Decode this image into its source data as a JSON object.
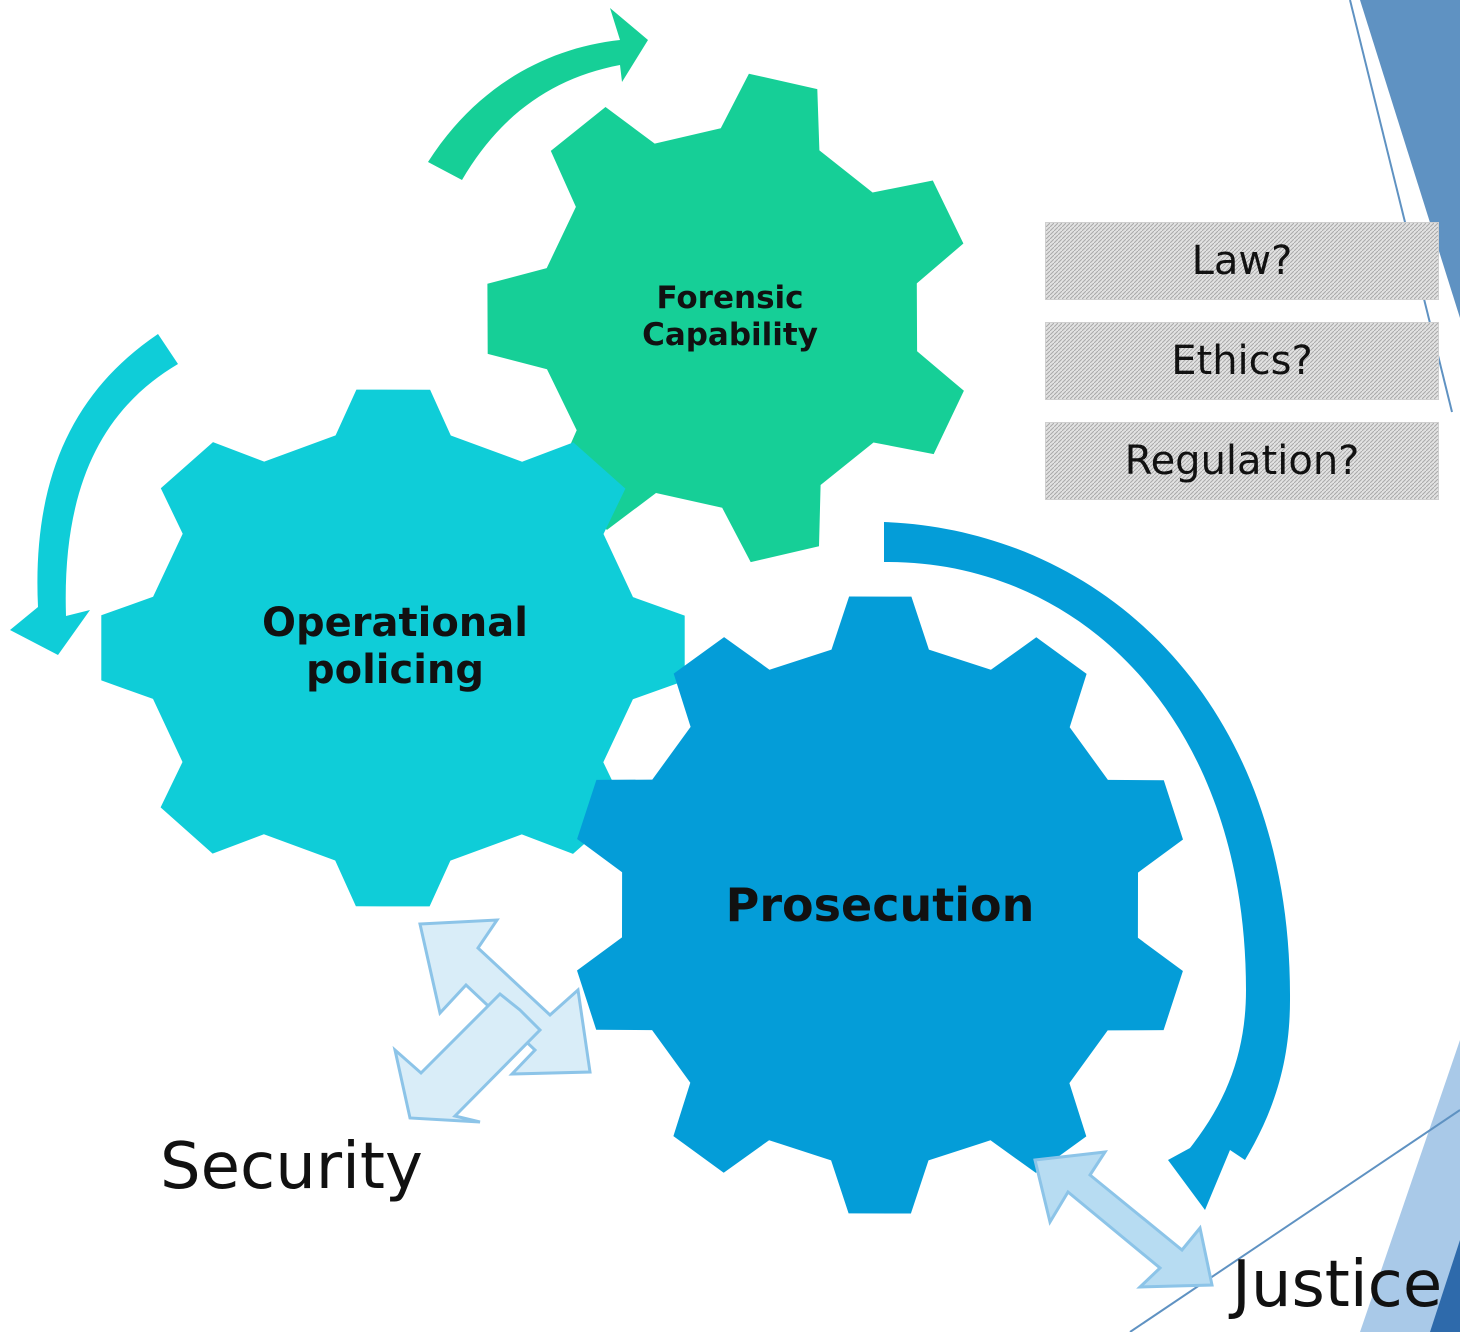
{
  "gears": {
    "forensic": {
      "label_line1": "Forensic",
      "label_line2": "Capability",
      "color": "#16CF97"
    },
    "operational": {
      "label_line1": "Operational",
      "label_line2": "policing",
      "color": "#0FCDD8"
    },
    "prosecution": {
      "label": "Prosecution",
      "color": "#049DD8"
    }
  },
  "side_questions": [
    "Law?",
    "Ethics?",
    "Regulation?"
  ],
  "outcomes": {
    "security": "Security",
    "justice": "Justice"
  },
  "colors": {
    "two_way_arrow_fill": "#D9EDF8",
    "two_way_arrow_stroke": "#8CC4E8",
    "justice_arrow_fill": "#B7DCF2",
    "accent_blue": "#2E6AAB",
    "accent_light_blue": "#A9C9E8"
  }
}
